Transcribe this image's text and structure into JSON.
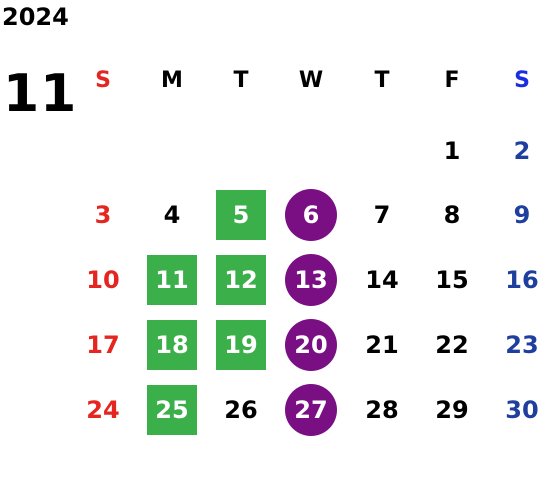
{
  "calendar": {
    "year": "2024",
    "month": "11",
    "weekday_labels": [
      "S",
      "M",
      "T",
      "W",
      "T",
      "F",
      "S"
    ],
    "colors": {
      "sunday": "#e5251f",
      "saturday": "#1f3f9e",
      "saturday_header": "#1a2ee0",
      "weekday": "#000000",
      "green_highlight": "#3bb04a",
      "purple_highlight": "#7a0f84"
    },
    "weeks": [
      [
        null,
        null,
        null,
        null,
        null,
        {
          "day": "1"
        },
        {
          "day": "2"
        }
      ],
      [
        {
          "day": "3"
        },
        {
          "day": "4"
        },
        {
          "day": "5",
          "mark": "green"
        },
        {
          "day": "6",
          "mark": "purple"
        },
        {
          "day": "7"
        },
        {
          "day": "8"
        },
        {
          "day": "9"
        }
      ],
      [
        {
          "day": "10"
        },
        {
          "day": "11",
          "mark": "green"
        },
        {
          "day": "12",
          "mark": "green"
        },
        {
          "day": "13",
          "mark": "purple"
        },
        {
          "day": "14"
        },
        {
          "day": "15"
        },
        {
          "day": "16"
        }
      ],
      [
        {
          "day": "17"
        },
        {
          "day": "18",
          "mark": "green"
        },
        {
          "day": "19",
          "mark": "green"
        },
        {
          "day": "20",
          "mark": "purple"
        },
        {
          "day": "21"
        },
        {
          "day": "22"
        },
        {
          "day": "23"
        }
      ],
      [
        {
          "day": "24"
        },
        {
          "day": "25",
          "mark": "green"
        },
        {
          "day": "26"
        },
        {
          "day": "27",
          "mark": "purple"
        },
        {
          "day": "28"
        },
        {
          "day": "29"
        },
        {
          "day": "30"
        }
      ]
    ]
  }
}
